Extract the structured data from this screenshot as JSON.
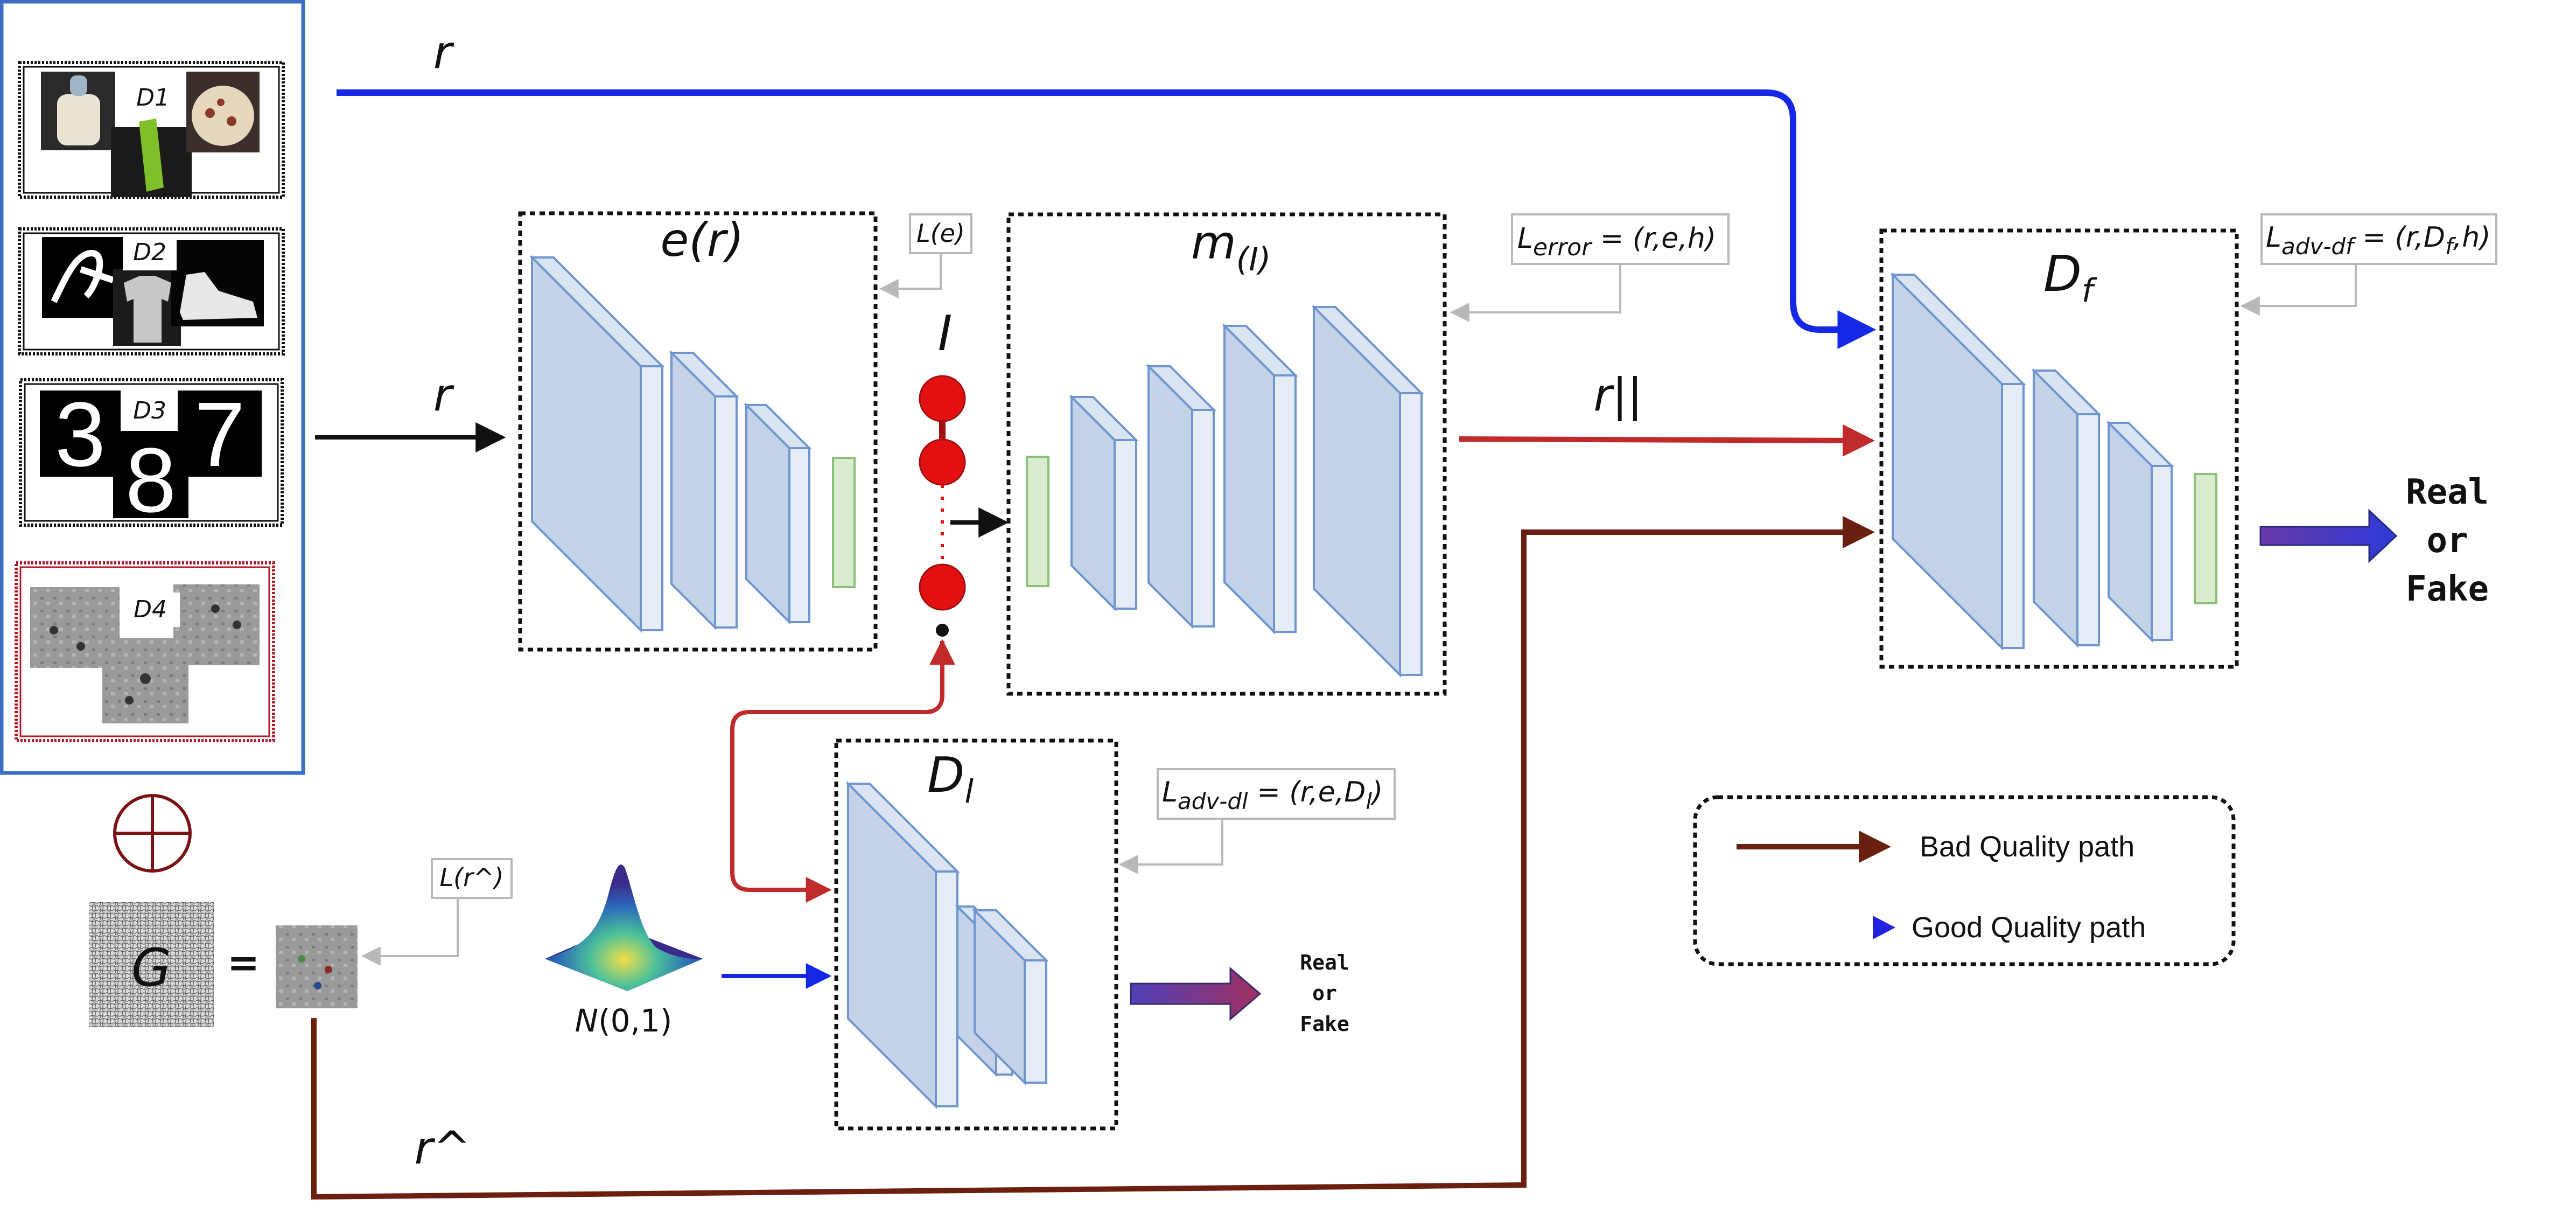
{
  "colors": {
    "good_path": "#1428e6",
    "bad_path": "#6b1f0e",
    "red_path": "#c02a2a",
    "gray_arrow": "#b8b8b8",
    "layer_fill": "#c5d3e8",
    "layer_stroke": "#6f96cf",
    "latent_fill": "#d9ecd0",
    "latent_stroke": "#8cc07a",
    "node_fill": "#e21010",
    "dataset_frame": "#3a6fc4"
  },
  "datasets": {
    "d1": "D1",
    "d2": "D2",
    "d3": "D3",
    "d4": "D4",
    "digits": [
      "3",
      "8",
      "7"
    ]
  },
  "oplus_symbol": "⊕",
  "generator": {
    "label": "G",
    "equals": "="
  },
  "edge_labels": {
    "r_top": "r",
    "r_left": "r",
    "r_parallel": "r||",
    "r_hat": "r^"
  },
  "encoder": {
    "title": "e(r)"
  },
  "loss_e": "L(e)",
  "latent": {
    "label": "I"
  },
  "decoder": {
    "title_main": "m",
    "title_sub": "(I)"
  },
  "loss_error": {
    "symbol": "L",
    "sub": "error",
    "rest": " = (r,e,h)"
  },
  "final_disc": {
    "title_main": "D",
    "title_sub": "f"
  },
  "loss_adv_df": {
    "symbol": "L",
    "sub": "adv-df",
    "rest_a": " = (r,D",
    "rest_sub": "f",
    "rest_b": ",h)"
  },
  "output_big": [
    "Real",
    "or",
    "Fake"
  ],
  "latent_disc": {
    "title_main": "D",
    "title_sub": "l"
  },
  "loss_adv_dl": {
    "symbol": "L",
    "sub": "adv-dl",
    "rest_a": " = (r,e,D",
    "rest_sub": "l",
    "rest_b": ")"
  },
  "loss_rhat": "L(r^)",
  "normal": {
    "label_n": "N",
    "label_params": "(0,1)"
  },
  "output_small": [
    "Real",
    "or",
    "Fake"
  ],
  "legend": {
    "bad": "Bad Quality path",
    "good": "Good Quality path"
  }
}
